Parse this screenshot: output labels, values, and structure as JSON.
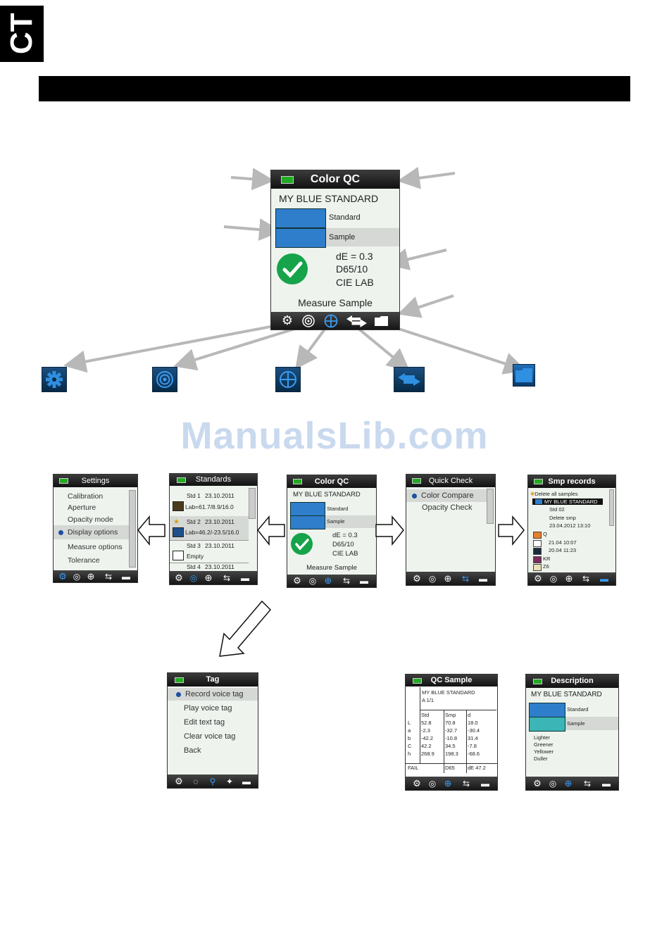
{
  "page": {
    "side_tab": "CT",
    "watermark": "ManualsLib.com"
  },
  "main_screen": {
    "title": "Color QC",
    "standard_name": "MY BLUE STANDARD",
    "standard_label": "Standard",
    "sample_label": "Sample",
    "result_line1": "dE = 0.3",
    "result_line2": "D65/10",
    "result_line3": "CIE LAB",
    "status": "Measure Sample",
    "colors": {
      "standard": "#2f7ecb",
      "sample": "#2f7ecb",
      "pass": "#16a34a"
    }
  },
  "icons_row": [
    "gear-icon",
    "target-icon",
    "crosshair-icon",
    "swap-arrows-icon",
    "folder-icon"
  ],
  "settings_screen": {
    "title": "Settings",
    "items": [
      "Calibration",
      "Aperture",
      "Opacity mode",
      "Display options",
      "Measure options",
      "Tolerance"
    ],
    "selected_index": 3
  },
  "standards_screen": {
    "title": "Standards",
    "rows": [
      {
        "name": "Std 1",
        "date": "23.10.2011",
        "lab": "Lab=61.7/8.9/16.0",
        "color": "#4a3b1c"
      },
      {
        "name": "Std 2",
        "date": "23.10.2011",
        "lab": "Lab=46.2/-23.5/16.0",
        "color": "#1d4f8a"
      },
      {
        "name": "Std 3",
        "date": "23.10.2011",
        "lab": "Empty",
        "color": "#ffffff"
      },
      {
        "name": "Std 4",
        "date": "23.10.2011",
        "lab": "",
        "color": ""
      }
    ]
  },
  "small_qc_screen": {
    "title": "Color QC",
    "standard_name": "MY BLUE STANDARD",
    "standard_label": "Standard",
    "sample_label": "Sample",
    "result_line1": "dE = 0.3",
    "result_line2": "D65/10",
    "result_line3": "CIE LAB",
    "status": "Measure Sample"
  },
  "quick_check_screen": {
    "title": "Quick Check",
    "items": [
      "Color Compare",
      "Opacity Check"
    ],
    "selected_index": 0
  },
  "smp_records_screen": {
    "title": "Smp records",
    "rows": [
      {
        "text": "Delete all samples",
        "color": ""
      },
      {
        "text": "MY BLUE STANDARD",
        "color": "#2f7ecb"
      },
      {
        "text": "Std 02",
        "color": ""
      },
      {
        "text": "Delete smp",
        "color": ""
      },
      {
        "text": "23.04.2012 13:10",
        "color": ""
      },
      {
        "text": "Q",
        "color": "#e87d2a"
      },
      {
        "text": "21.04 10:07",
        "color": "#ffffff"
      },
      {
        "text": "20.04 11:23",
        "color": "#1a2a3a"
      },
      {
        "text": "KR",
        "color": "#7a2d5a"
      },
      {
        "text": "Z6",
        "color": "#e8e0b8"
      }
    ]
  },
  "tag_screen": {
    "title": "Tag",
    "items": [
      "Record voice tag",
      "Play voice tag",
      "Edit text tag",
      "Clear voice tag",
      "Back"
    ],
    "selected_index": 0
  },
  "qc_sample_screen": {
    "title": "QC Sample",
    "header_line1": "MY BLUE STANDARD",
    "header_line2": "A   1/1",
    "col_headers": [
      "",
      "Std",
      "Smp",
      "d"
    ],
    "rows": [
      [
        "L",
        "52.8",
        "70.8",
        "18.0"
      ],
      [
        "a",
        "-2.3",
        "-32.7",
        "-30.4"
      ],
      [
        "b",
        "-42.2",
        "-10.8",
        "31.4"
      ],
      [
        "C",
        "42.2",
        "34.5",
        "-7.8"
      ],
      [
        "h",
        "268.9",
        "198.3",
        "-68.6"
      ]
    ],
    "footer": [
      "FAIL",
      "D65",
      "dE 47.2"
    ]
  },
  "description_screen": {
    "title": "Description",
    "standard_name": "MY BLUE STANDARD",
    "standard_label": "Standard",
    "sample_label": "Sample",
    "notes": [
      "Lighter",
      "Greener",
      "Yellower",
      "Duller"
    ],
    "colors": {
      "standard": "#2f7ecb",
      "sample": "#3bb5b5"
    }
  }
}
